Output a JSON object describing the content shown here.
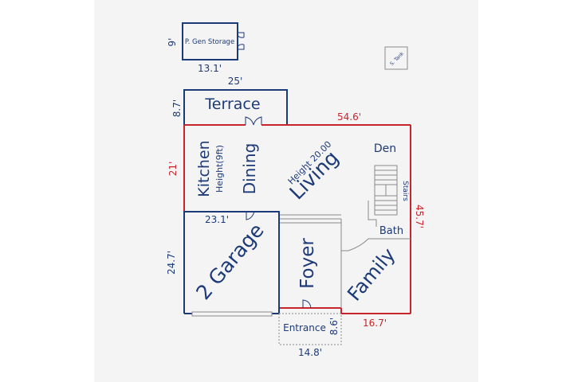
{
  "rooms": {
    "gen_storage": "P. Gen Storage",
    "septic_tank": "S. Tank",
    "terrace": "Terrace",
    "kitchen": "Kitchen",
    "kitchen_height": "Height(9ft)",
    "dining": "Dining",
    "living": "Living",
    "living_height": "Height 20.00",
    "den": "Den",
    "stairs": "Stairs",
    "bath": "Bath",
    "garage": "2 Garage",
    "foyer": "Foyer",
    "family": "Family",
    "entrance": "Entrance"
  },
  "dimensions": {
    "storage_height": "9'",
    "storage_width": "13.1'",
    "terrace_width": "25'",
    "terrace_depth": "8.7'",
    "main_width": "54.6'",
    "kitchen_depth": "21'",
    "main_depth": "45.7'",
    "garage_width": "23.1'",
    "garage_depth": "24.7'",
    "family_width": "16.7'",
    "entrance_depth": "8.6'",
    "entrance_width": "14.8'"
  },
  "colors": {
    "outline_blue": "#1d3a78",
    "outline_red": "#c8242b",
    "thin_line": "#8a8a8a",
    "background": "#f4f4f4"
  }
}
